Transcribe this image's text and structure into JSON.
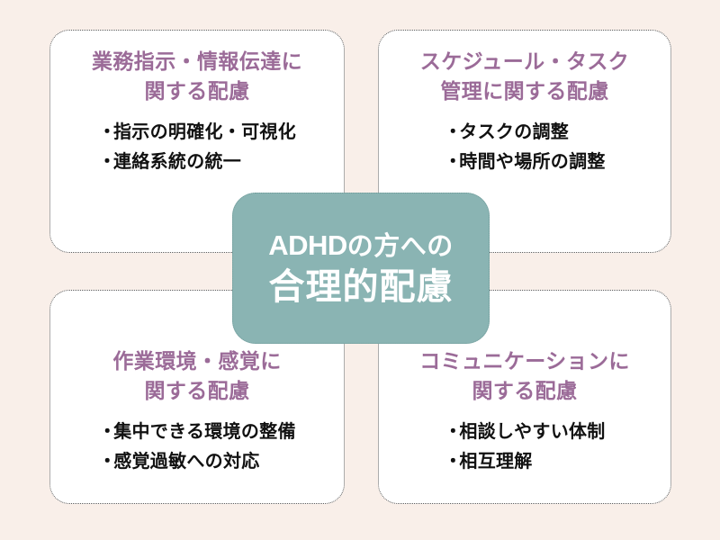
{
  "theme": {
    "background_color": "#f9efe9",
    "card_background": "#ffffff",
    "card_border_color": "#5a5a5a",
    "heading_color": "#9b6b98",
    "bullet_text_color": "#111111",
    "badge_color": "#8ab4b3",
    "badge_text_color": "#ffffff"
  },
  "center_badge": {
    "line1_acronym": "ADHD",
    "line1_rest": "の方への",
    "line2": "合理的配慮"
  },
  "cards": [
    {
      "position": "top-left",
      "heading": "業務指示・情報伝達に\n関する配慮",
      "bullets": [
        "指示の明確化・可視化",
        "連絡系統の統一"
      ],
      "bullet_marker": "・"
    },
    {
      "position": "top-right",
      "heading": "スケジュール・タスク\n管理に関する配慮",
      "bullets": [
        "タスクの調整",
        "時間や場所の調整"
      ],
      "bullet_marker": "・"
    },
    {
      "position": "bottom-left",
      "heading": "作業環境・感覚に\n関する配慮",
      "bullets": [
        "集中できる環境の整備",
        "感覚過敏への対応"
      ],
      "bullet_marker": "・"
    },
    {
      "position": "bottom-right",
      "heading": "コミュニケーションに\n関する配慮",
      "bullets": [
        "相談しやすい体制",
        "相互理解"
      ],
      "bullet_marker": "・"
    }
  ]
}
